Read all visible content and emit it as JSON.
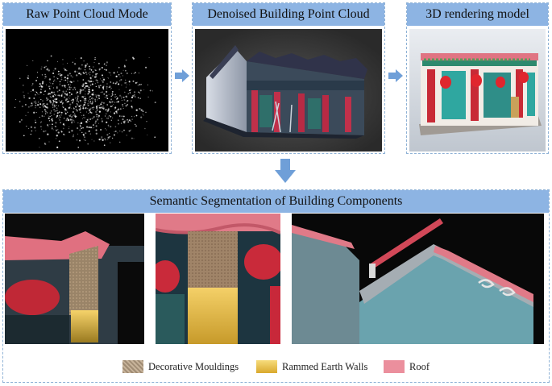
{
  "panels": {
    "raw": {
      "title": "Raw Point Cloud Mode"
    },
    "denoised": {
      "title": "Denoised Building Point Cloud"
    },
    "rendering": {
      "title": "3D rendering model"
    },
    "segmentation": {
      "title": "Semantic Segmentation of Building Components"
    }
  },
  "legend": [
    {
      "label": "Decorative Mouldings",
      "color": "#a08c74"
    },
    {
      "label": "Rammed Earth Walls",
      "color": "#e6b53a"
    },
    {
      "label": "Roof",
      "color": "#eb8f9d"
    }
  ]
}
